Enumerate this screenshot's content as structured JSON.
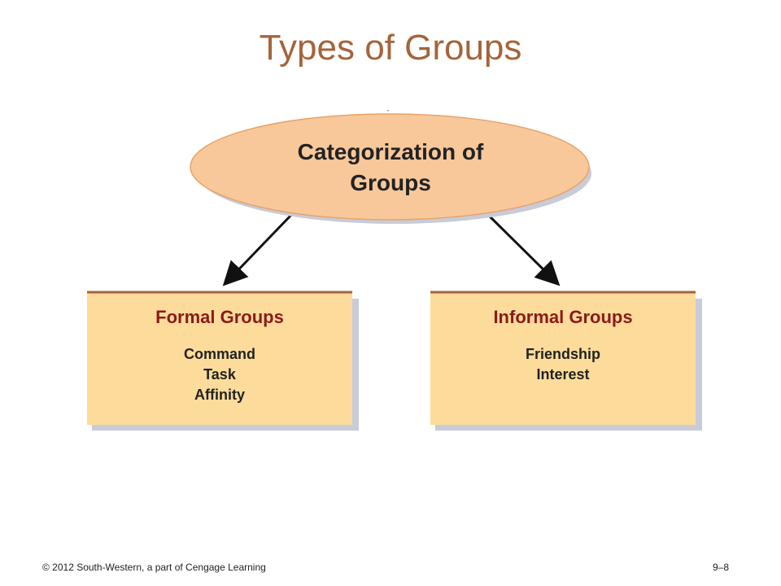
{
  "slide": {
    "title": "Types of Groups",
    "colors": {
      "title": "#a5643a",
      "ellipse_fill": "#f8c89a",
      "box_fill": "#fddc9b",
      "box_border": "#a5643a",
      "box_title": "#8b1a1a",
      "shadow": "#c8cbd8"
    }
  },
  "diagram": {
    "root": {
      "line1": "Categorization of",
      "line2": "Groups"
    },
    "left": {
      "title": "Formal Groups",
      "items": [
        "Command",
        "Task",
        "Affinity"
      ]
    },
    "right": {
      "title": "Informal Groups",
      "items": [
        "Friendship",
        "Interest"
      ]
    },
    "mark": "\""
  },
  "footer": {
    "copyright": "© 2012 South-Western, a part of Cengage Learning",
    "page": "9–8"
  }
}
